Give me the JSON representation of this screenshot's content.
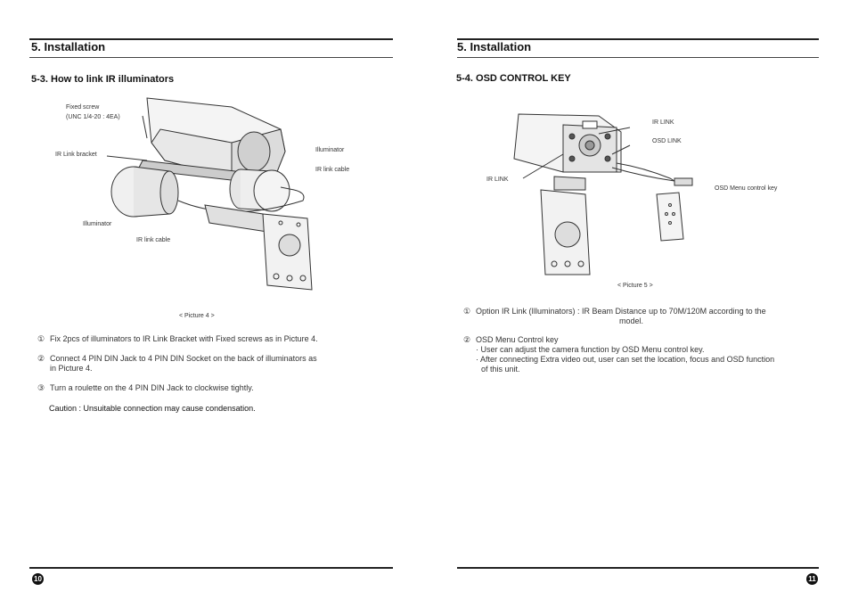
{
  "left": {
    "section_title": "5. Installation",
    "sub_title": "5-3. How to link IR illuminators",
    "labels": {
      "fixed_screw": "Fixed screw",
      "fixed_screw_spec": "(UNC 1/4-20 : 4EA)",
      "ir_link_bracket": "IR Link bracket",
      "illuminator_right": "Illuminator",
      "ir_link_cable_right": "IR link cable",
      "illuminator_left": "Illuminator",
      "ir_link_cable_bottom": "IR link cable"
    },
    "caption": "< Picture 4 >",
    "steps": [
      {
        "num": "①",
        "text": "Fix 2pcs of illuminators to IR Link Bracket with Fixed screws as in Picture 4."
      },
      {
        "num": "②",
        "text": "Connect 4 PIN DIN Jack to 4 PIN DIN Socket on the back of illuminators as",
        "text2": "in Picture 4."
      },
      {
        "num": "③",
        "text": "Turn a roulette  on the 4 PIN DIN Jack to clockwise tightly."
      }
    ],
    "caution": "Caution : Unsuitable connection may cause condensation.",
    "page_number": "10"
  },
  "right": {
    "section_title": "5. Installation",
    "sub_title": "5-4. OSD CONTROL KEY",
    "labels": {
      "ir_link_top": "IR LINK",
      "osd_link": "OSD LINK",
      "ir_link_left": "IR LINK",
      "osd_menu_control_key": "OSD Menu control key"
    },
    "caption": "< Picture 5 >",
    "items": [
      {
        "num": "①",
        "text": "Option IR Link (Illuminators) : IR Beam Distance up to 70M/120M according to the",
        "text2": "model."
      },
      {
        "num": "②",
        "text": "OSD Menu Control key",
        "sub1": "· User can adjust the camera function by OSD Menu control key.",
        "sub2": "· After connecting Extra video out, user can set the location, focus and OSD function",
        "sub3": "of this unit."
      }
    ],
    "page_number": "11"
  }
}
